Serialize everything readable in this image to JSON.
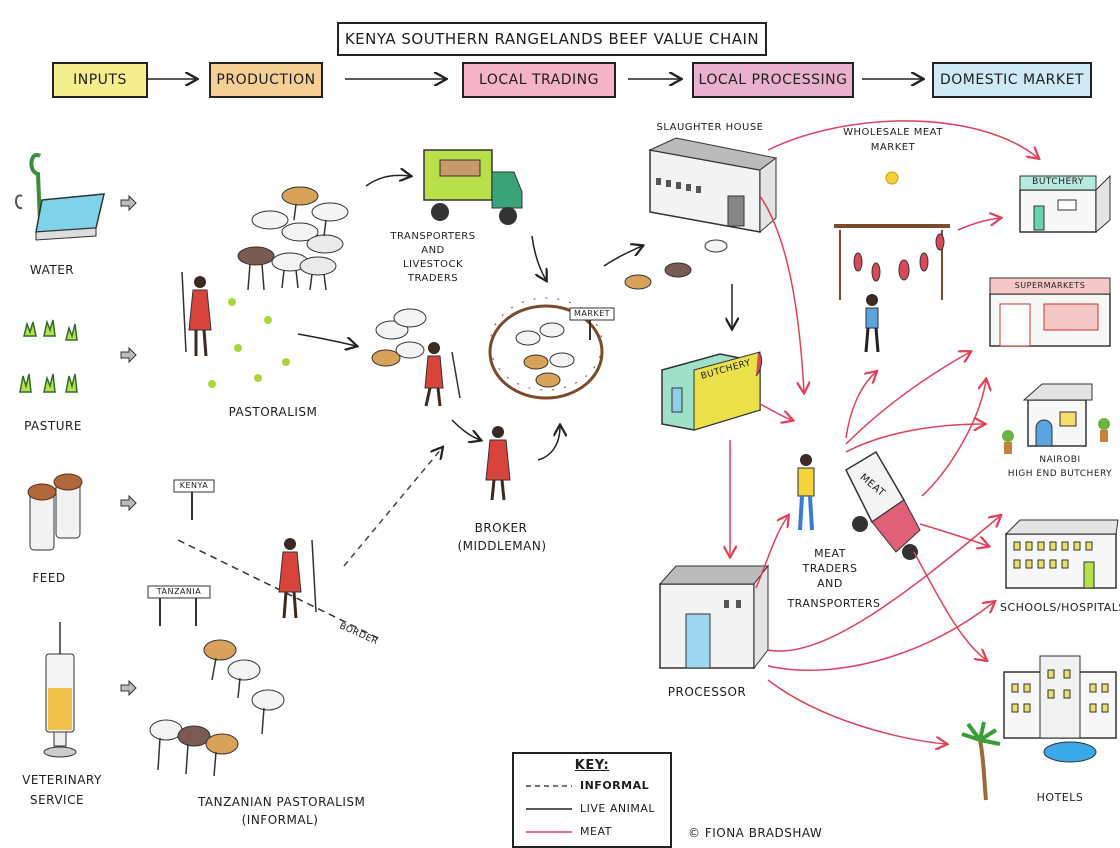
{
  "title": "KENYA SOUTHERN RANGELANDS BEEF VALUE CHAIN",
  "stages": [
    {
      "label": "INPUTS",
      "color": "#f4ee8e"
    },
    {
      "label": "PRODUCTION",
      "color": "#f5cf94"
    },
    {
      "label": "LOCAL TRADING",
      "color": "#f5b3c6"
    },
    {
      "label": "LOCAL PROCESSING",
      "color": "#eab0cf"
    },
    {
      "label": "DOMESTIC MARKET",
      "color": "#cfe9f5"
    }
  ],
  "inputs": {
    "water": "WATER",
    "pasture": "PASTURE",
    "feed": "FEED",
    "vet_line1": "VETERINARY",
    "vet_line2": "SERVICE"
  },
  "production": {
    "pastoralism": "PASTORALISM",
    "kenya_sign": "KENYA",
    "tanzania_sign": "TANZANIA",
    "border": "BORDER",
    "tz_line1": "TANZANIAN PASTORALISM",
    "tz_line2": "(INFORMAL)"
  },
  "trading": {
    "transporters_1": "TRANSPORTERS",
    "transporters_2": "AND",
    "transporters_3": "LIVESTOCK",
    "transporters_4": "TRADERS",
    "market_sign": "MARKET",
    "broker_1": "BROKER",
    "broker_2": "(MIDDLEMAN)"
  },
  "processing": {
    "slaughter_house": "SLAUGHTER HOUSE",
    "butchery_sign": "BUTCHERY",
    "processor": "PROCESSOR",
    "meat_truck": "MEAT",
    "meat_traders_1": "MEAT",
    "meat_traders_2": "TRADERS",
    "meat_traders_3": "AND",
    "meat_traders_4": "TRANSPORTERS",
    "wholesale_1": "WHOLESALE MEAT",
    "wholesale_2": "MARKET"
  },
  "market": {
    "butchery_sign": "BUTCHERY",
    "supermarkets_sign": "SUPERMARKETS",
    "nairobi_1": "NAIROBI",
    "nairobi_2": "HIGH END BUTCHERY",
    "schools": "SCHOOLS/HOSPITALS",
    "hotels": "HOTELS"
  },
  "key": {
    "title": "KEY:",
    "informal": "INFORMAL",
    "live_animal": "LIVE ANIMAL",
    "meat": "MEAT"
  },
  "credit": "© FIONA BRADSHAW",
  "colors": {
    "meat_arrow": "#e0405a",
    "live_arrow": "#222222",
    "informal_arrow": "#444444"
  }
}
